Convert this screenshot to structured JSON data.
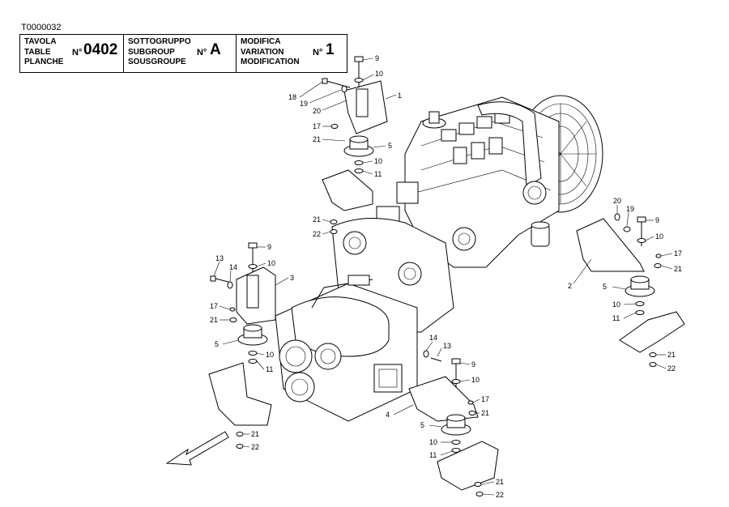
{
  "doc_code": "T0000032",
  "title_block": {
    "table": {
      "labels": [
        "TAVOLA",
        "TABLE",
        "PLANCHE"
      ],
      "no_label": "N°",
      "value": "0402"
    },
    "subgroup": {
      "labels": [
        "SOTTOGRUPPO",
        "SUBGROUP",
        "SOUSGROUPE"
      ],
      "no_label": "N°",
      "value": "A"
    },
    "variation": {
      "labels": [
        "MODIFICA",
        "VARIATION",
        "MODIFICATION"
      ],
      "no_label": "N°",
      "value": "1"
    }
  },
  "callouts": [
    {
      "label": "9"
    },
    {
      "label": "10"
    },
    {
      "label": "18"
    },
    {
      "label": "19"
    },
    {
      "label": "20"
    },
    {
      "label": "1"
    },
    {
      "label": "17"
    },
    {
      "label": "21"
    },
    {
      "label": "5"
    },
    {
      "label": "10"
    },
    {
      "label": "11"
    },
    {
      "label": "21"
    },
    {
      "label": "22"
    },
    {
      "label": "20"
    },
    {
      "label": "19"
    },
    {
      "label": "9"
    },
    {
      "label": "10"
    },
    {
      "label": "17"
    },
    {
      "label": "21"
    },
    {
      "label": "2"
    },
    {
      "label": "5"
    },
    {
      "label": "10"
    },
    {
      "label": "11"
    },
    {
      "label": "21"
    },
    {
      "label": "22"
    },
    {
      "label": "13"
    },
    {
      "label": "14"
    },
    {
      "label": "9"
    },
    {
      "label": "10"
    },
    {
      "label": "3"
    },
    {
      "label": "17"
    },
    {
      "label": "21"
    },
    {
      "label": "5"
    },
    {
      "label": "10"
    },
    {
      "label": "11"
    },
    {
      "label": "21"
    },
    {
      "label": "22"
    },
    {
      "label": "14"
    },
    {
      "label": "13"
    },
    {
      "label": "9"
    },
    {
      "label": "10"
    },
    {
      "label": "17"
    },
    {
      "label": "4"
    },
    {
      "label": "21"
    },
    {
      "label": "5"
    },
    {
      "label": "10"
    },
    {
      "label": "11"
    },
    {
      "label": "21"
    },
    {
      "label": "22"
    }
  ]
}
